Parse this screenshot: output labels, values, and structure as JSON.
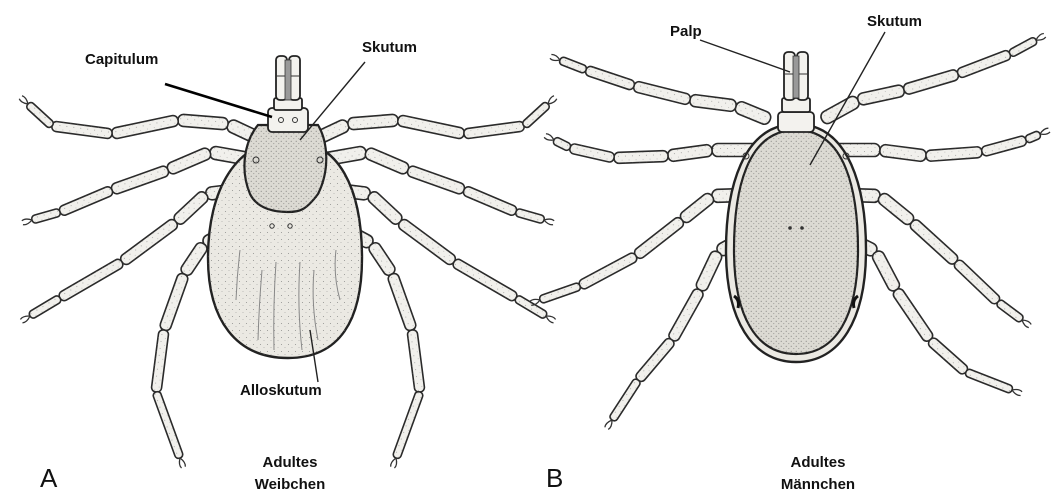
{
  "figure": {
    "female": {
      "panel_letter": "A",
      "caption_line1": "Adultes",
      "caption_line2": "Weibchen",
      "labels": {
        "capitulum": "Capitulum",
        "scutum": "Skutum",
        "alloscutum": "Alloskutum"
      }
    },
    "male": {
      "panel_letter": "B",
      "caption_line1": "Adultes",
      "caption_line2": "Männchen",
      "labels": {
        "palp": "Palp",
        "scutum": "Skutum"
      }
    }
  }
}
